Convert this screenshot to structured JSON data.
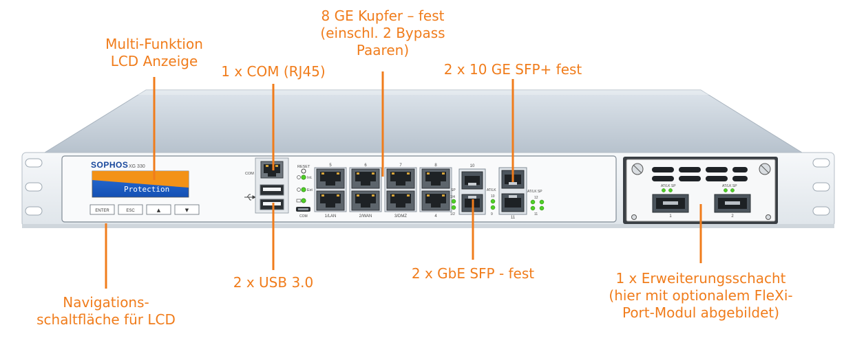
{
  "colors": {
    "accent": "#f07c1b",
    "chassis_top": "#c6d0da",
    "bezel": "#eef2f5",
    "panel": "#f9fafb",
    "sophos_blue": "#16469b",
    "led_green": "#4fcf27",
    "lcd_blue": "#1f5fc7",
    "lcd_orange": "#f39217"
  },
  "device": {
    "brand": "SOPHOS",
    "model": "XG 330",
    "lcd_text": "Protection",
    "buttons": [
      "ENTER",
      "ESC",
      "▲",
      "▼"
    ],
    "com_label": "COM",
    "reset_label": "RESET",
    "led_labels": [
      "Int.",
      "Ext",
      ""
    ],
    "com2_label": "COM",
    "copper_top_numbers": [
      "5",
      "6",
      "7",
      "8"
    ],
    "copper_bottom_labels": [
      "1/LAN",
      "2/WAN",
      "3/DMZ",
      "4"
    ],
    "gbe_sfp": {
      "top_number": "10",
      "indicator_labels": [
        "SP",
        "1/4",
        "1/2"
      ],
      "status_labels": [
        "AT/LK",
        "10",
        "9"
      ]
    },
    "sfp_plus": {
      "bottom_number": "11",
      "status_labels": [
        "AT/LK SP",
        "12",
        "11"
      ]
    },
    "flexi": {
      "port_label": "AT/LK SP",
      "ports": [
        "1",
        "2"
      ]
    }
  },
  "callouts": {
    "lcd": [
      "Multi-Funktion",
      "LCD Anzeige"
    ],
    "com": [
      "1 x COM (RJ45)"
    ],
    "copper": [
      "8 GE Kupfer – fest",
      "(einschl. 2 Bypass",
      "Paaren)"
    ],
    "sfp_plus": [
      "2 x 10 GE SFP+ fest"
    ],
    "nav": [
      "Navigations-",
      "schaltfläche für LCD"
    ],
    "usb": [
      "2 x USB 3.0"
    ],
    "gbe_sfp": [
      "2 x GbE SFP - fest"
    ],
    "expansion": [
      "1 x Erweiterungsschacht",
      "(hier mit optionalem FleXi-",
      "Port-Modul abgebildet)"
    ]
  }
}
